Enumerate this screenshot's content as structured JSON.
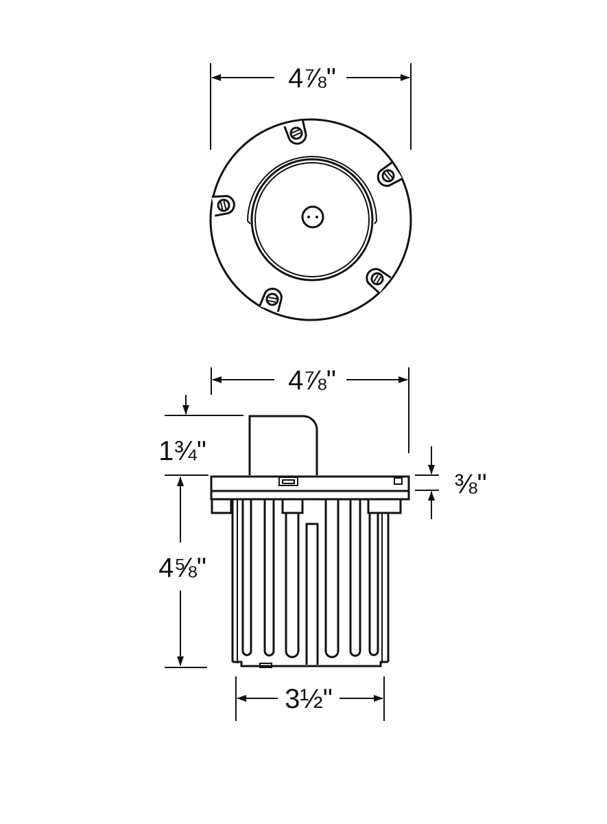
{
  "top_view": {
    "width_label": "4⅞\""
  },
  "side_view": {
    "width_label": "4⅞\"",
    "cap_height_label": "1¾\"",
    "flange_thickness_label": "⅜\"",
    "body_height_label": "4⅝\"",
    "body_width_label": "3½\""
  },
  "colors": {
    "line": "#111111",
    "background": "#ffffff"
  }
}
